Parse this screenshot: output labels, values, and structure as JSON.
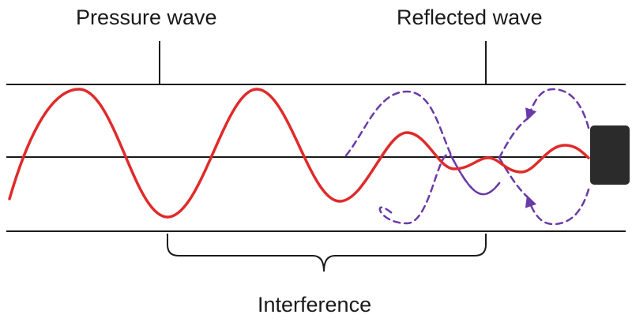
{
  "labels": {
    "pressure_wave": "Pressure wave",
    "reflected_wave": "Reflected wave",
    "interference": "Interference"
  },
  "colors": {
    "pressure_wave": "#e02a2a",
    "reflected_wave": "#6a3aa8",
    "lines": "#1a1a1a",
    "obstacle": "#2b2b2b",
    "background": "#ffffff"
  }
}
